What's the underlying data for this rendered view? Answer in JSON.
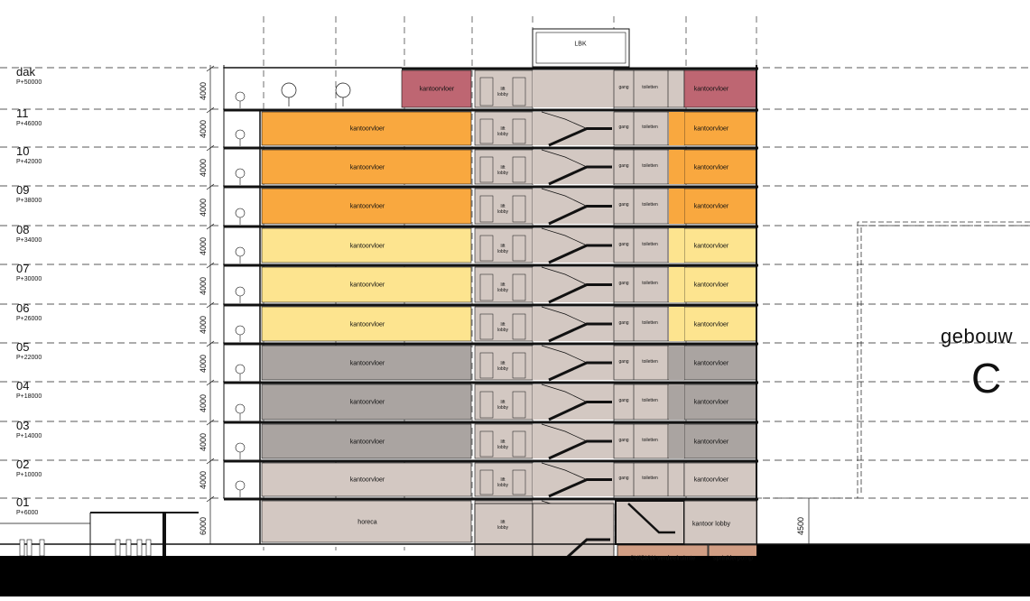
{
  "floors": [
    {
      "name": "dak",
      "level": "P+50000",
      "dimension": "4000",
      "program": "kantoorvloer",
      "color": "#be6672"
    },
    {
      "name": "11",
      "level": "P+46000",
      "dimension": "4000",
      "program": "kantoorvloer",
      "color": "#f9a83f"
    },
    {
      "name": "10",
      "level": "P+42000",
      "dimension": "4000",
      "program": "kantoorvloer",
      "color": "#f9a83f"
    },
    {
      "name": "09",
      "level": "P+38000",
      "dimension": "4000",
      "program": "kantoorvloer",
      "color": "#f9a83f"
    },
    {
      "name": "08",
      "level": "P+34000",
      "dimension": "4000",
      "program": "kantoorvloer",
      "color": "#fde48f"
    },
    {
      "name": "07",
      "level": "P+30000",
      "dimension": "4000",
      "program": "kantoorvloer",
      "color": "#fde48f"
    },
    {
      "name": "06",
      "level": "P+26000",
      "dimension": "4000",
      "program": "kantoorvloer",
      "color": "#fde48f"
    },
    {
      "name": "05",
      "level": "P+22000",
      "dimension": "4000",
      "program": "kantoorvloer",
      "color": "#aaa4a1"
    },
    {
      "name": "04",
      "level": "P+18000",
      "dimension": "4000",
      "program": "kantoorvloer",
      "color": "#aaa4a1"
    },
    {
      "name": "03",
      "level": "P+14000",
      "dimension": "4000",
      "program": "kantoorvloer",
      "color": "#aaa4a1"
    },
    {
      "name": "02",
      "level": "P+10000",
      "dimension": "4000",
      "program": "kantoorvloer",
      "color": "#d3c8c2"
    },
    {
      "name": "01",
      "level": "P+6000",
      "dimension": "6000",
      "program": "horeca",
      "color": "#d3c8c2"
    }
  ],
  "core": {
    "lift_label": "lift lobby",
    "gang_label": "gang",
    "toilet_label": "toiletten"
  },
  "rooftop": {
    "lbk_label": "LBK"
  },
  "ground": {
    "lobby_label": "kantoor lobby",
    "utility_1": "CV/GKW verdeelruimte",
    "utility_2": "sprinklerpomp",
    "utility_color": "#d19e84"
  },
  "neighbor": {
    "label_1": "gebouw",
    "label_2": "C",
    "dimension": "4500"
  },
  "colors": {
    "core": "#d3c8c2",
    "line": "#111111",
    "ground": "#000000"
  }
}
